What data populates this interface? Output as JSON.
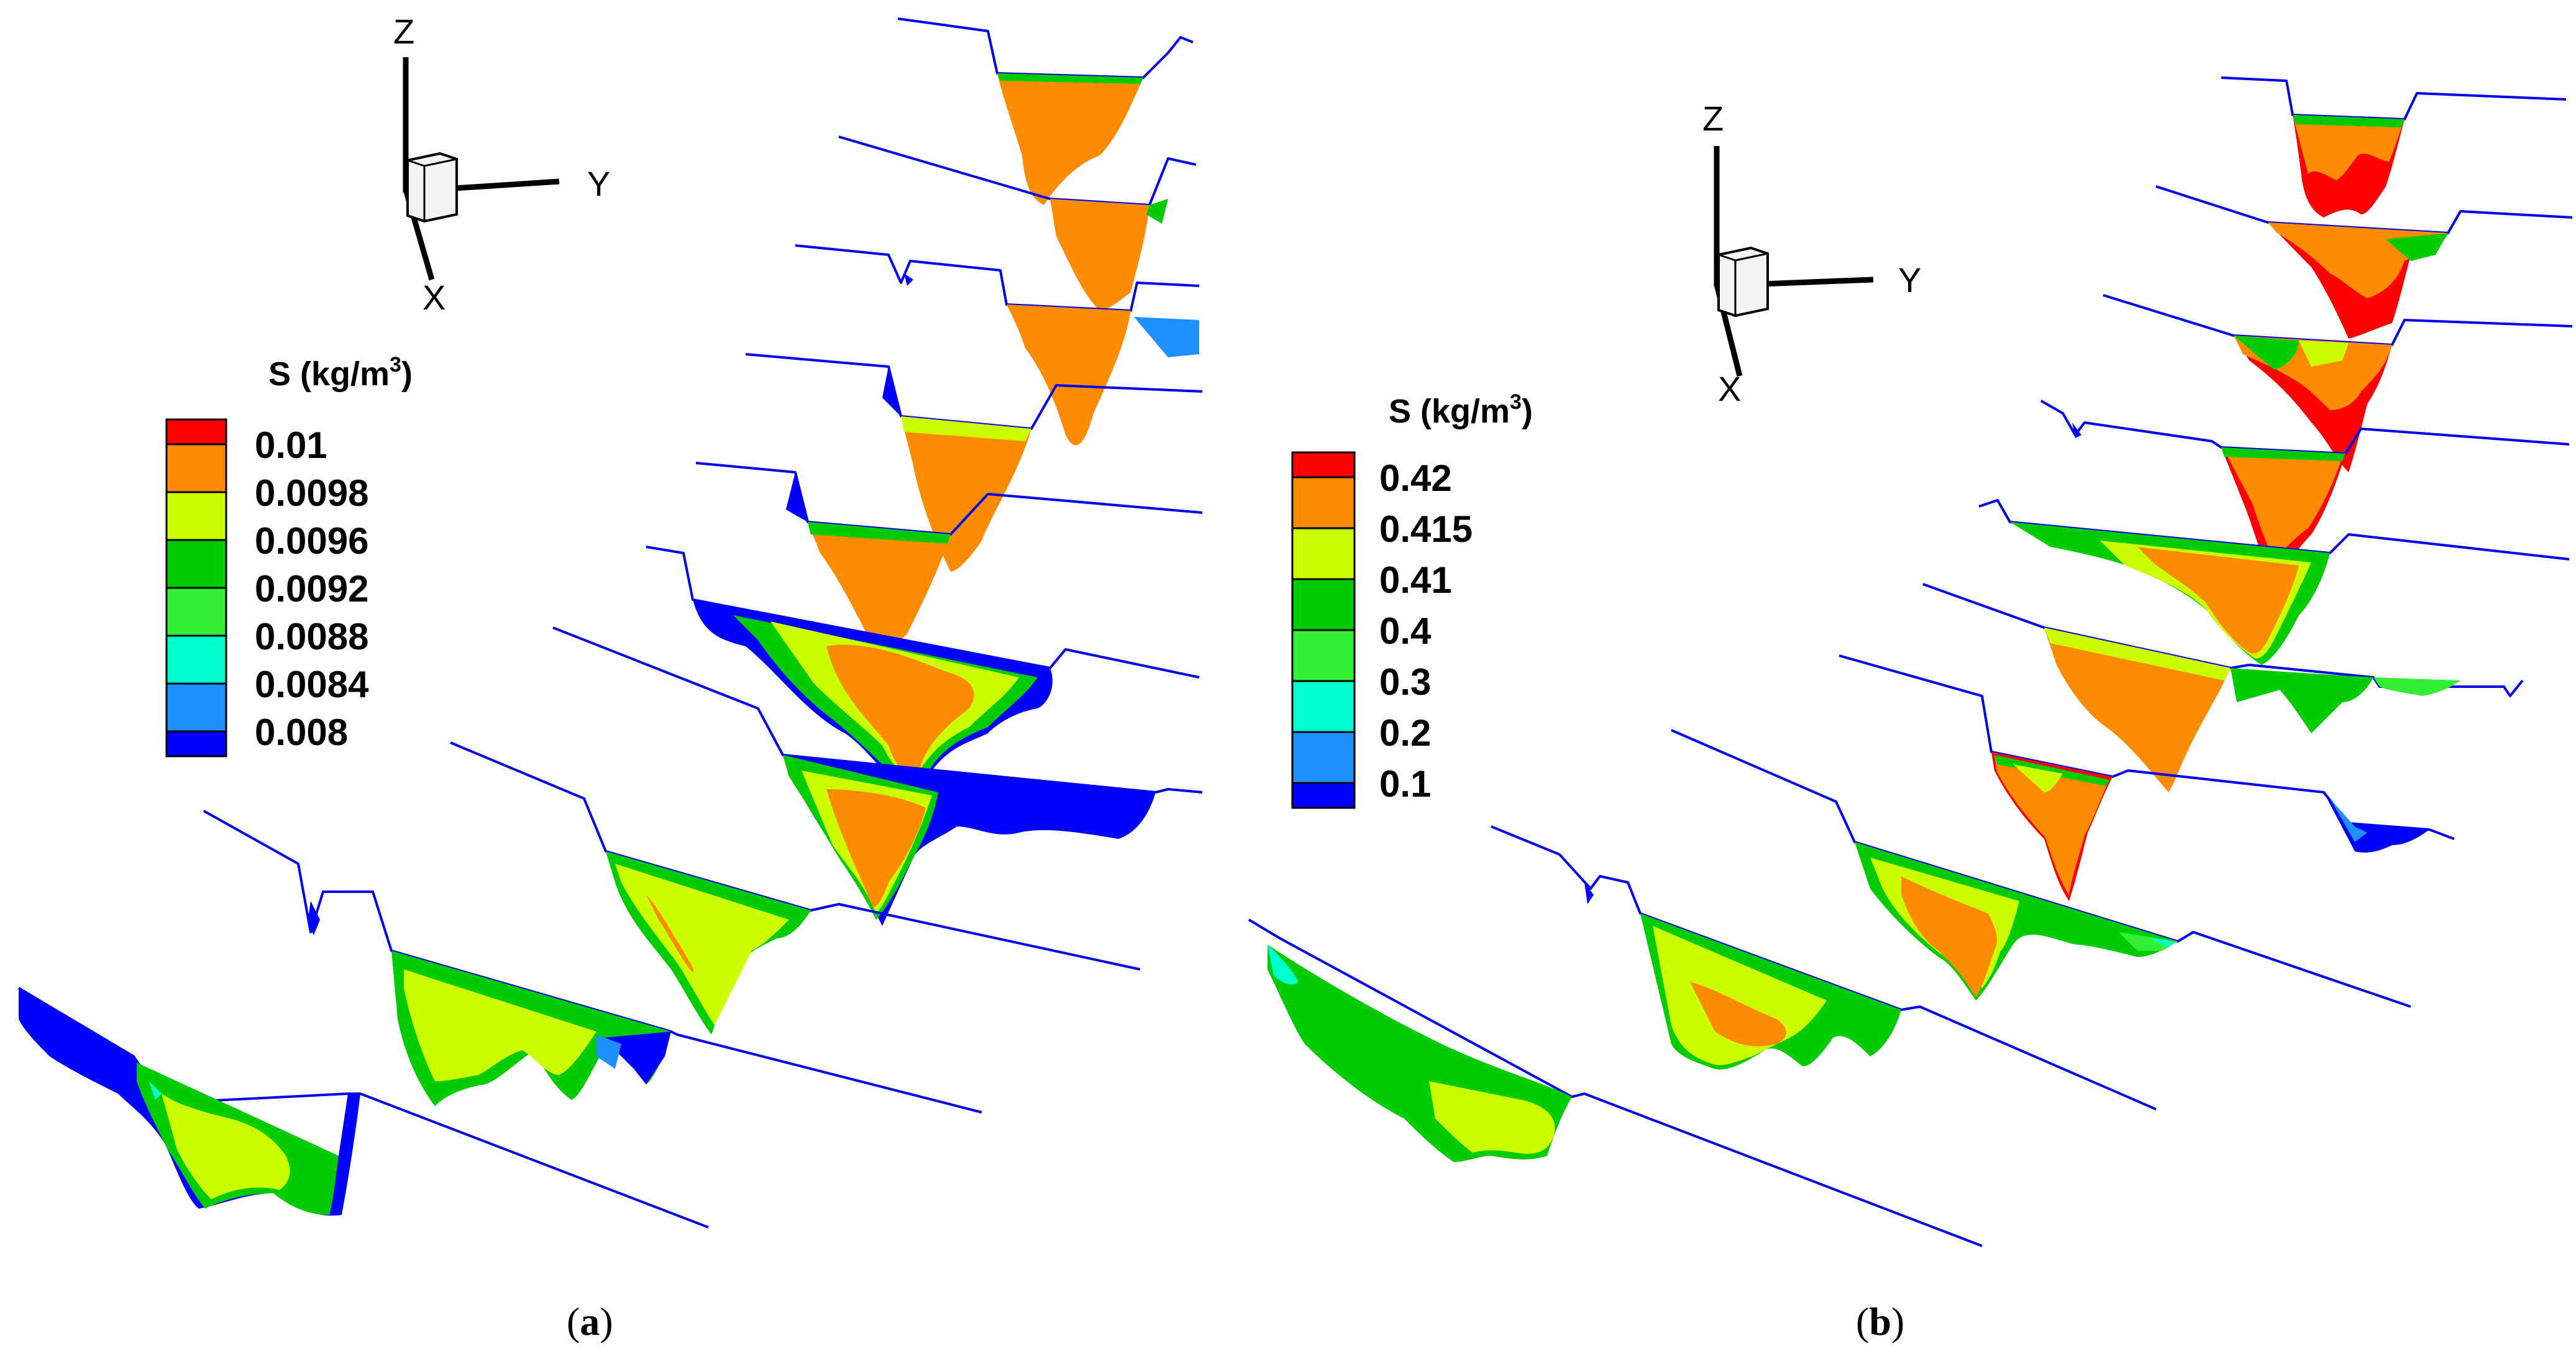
{
  "colors": {
    "red": "#ff0000",
    "orange": "#ff8c00",
    "yellow_green": "#ccff00",
    "green": "#00cc00",
    "light_green": "#33ee33",
    "cyan": "#00ffcc",
    "light_blue": "#1e90ff",
    "blue": "#0000ff",
    "section_line": "#0000ee"
  },
  "panel_a": {
    "caption_open": "(",
    "caption_letter": "a",
    "caption_close": ")",
    "axes": {
      "z": "Z",
      "y": "Y",
      "x": "X"
    },
    "legend": {
      "title": "S (kg/m",
      "title_sup": "3",
      "title_close": ")",
      "levels": [
        "0.01",
        "0.0098",
        "0.0096",
        "0.0092",
        "0.0088",
        "0.0084",
        "0.008"
      ]
    }
  },
  "panel_b": {
    "caption_open": "(",
    "caption_letter": "b",
    "caption_close": ")",
    "axes": {
      "z": "Z",
      "y": "Y",
      "x": "X"
    },
    "legend": {
      "title": "S (kg/m",
      "title_sup": "3",
      "title_close": ")",
      "levels": [
        "0.42",
        "0.415",
        "0.41",
        "0.4",
        "0.3",
        "0.2",
        "0.1"
      ]
    }
  }
}
